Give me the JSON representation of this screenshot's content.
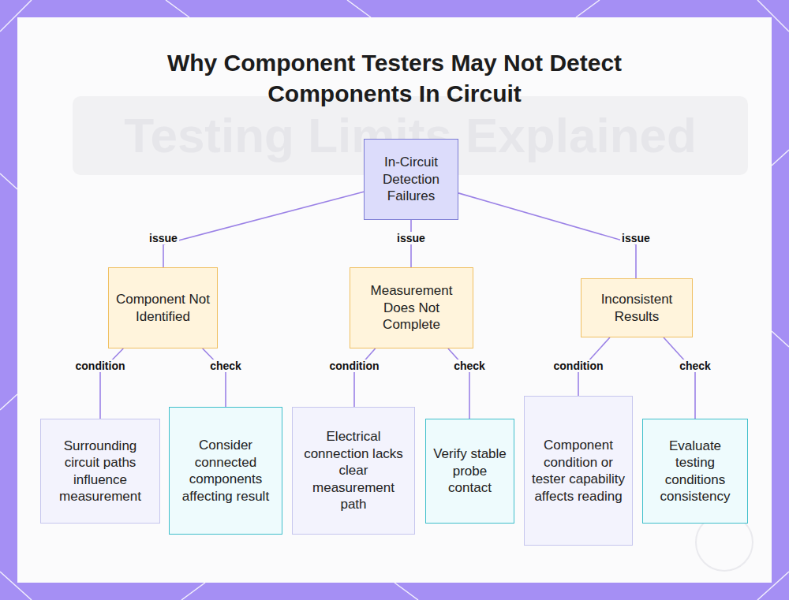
{
  "diagram": {
    "title": "Why Component Testers May Not Detect Components In Circuit",
    "nodes": [
      {
        "text": [
          "In-Circuit Detection Failures"
        ]
      },
      {
        "text": [
          "Component Not Identified"
        ]
      },
      {
        "text": [
          "Measurement Does Not Complete"
        ]
      },
      {
        "text": [
          "Inconsistent Results"
        ]
      },
      {
        "text": [
          "Surrounding circuit paths influence measurement"
        ]
      },
      {
        "text": [
          "Consider connected components affecting result"
        ]
      },
      {
        "text": [
          "Electrical connection lacks clear measurement path"
        ]
      },
      {
        "text": [
          "Verify stable probe contact"
        ]
      },
      {
        "text": [
          "Component condition or tester capability affects reading"
        ]
      },
      {
        "text": [
          "Evaluate testing conditions consistency"
        ]
      }
    ],
    "edges": [
      {
        "from": 0,
        "to": 1,
        "arrow": "none",
        "label": "issue"
      },
      {
        "from": 0,
        "to": 2,
        "arrow": "none",
        "label": "issue"
      },
      {
        "from": 0,
        "to": 3,
        "arrow": "none",
        "label": "issue"
      },
      {
        "from": 1,
        "to": 4,
        "arrow": "none",
        "label": "condition"
      },
      {
        "from": 1,
        "to": 5,
        "arrow": "none",
        "label": "check"
      },
      {
        "from": 2,
        "to": 6,
        "arrow": "none",
        "label": "condition"
      },
      {
        "from": 2,
        "to": 7,
        "arrow": "none",
        "label": "check"
      },
      {
        "from": 3,
        "to": 8,
        "arrow": "none",
        "label": "condition"
      },
      {
        "from": 3,
        "to": 9,
        "arrow": "none",
        "label": "check"
      }
    ],
    "labels": [
      "Testing Limits Explained"
    ]
  }
}
